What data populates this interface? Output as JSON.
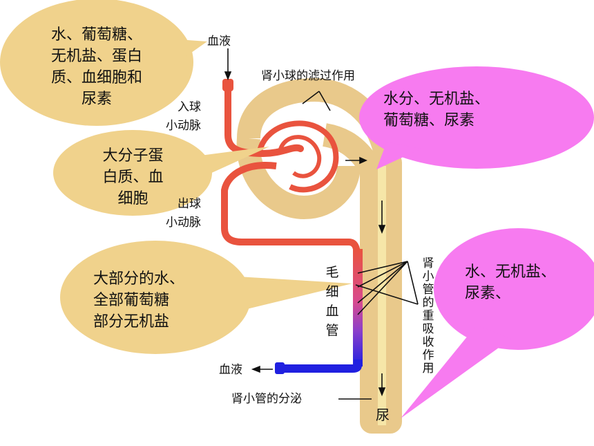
{
  "colors": {
    "tan_bubble": "#F0D28C",
    "pink_bubble": "#F77BF0",
    "tubule": "#E9C98B",
    "tubule_inner": "#F6E6A8",
    "artery": "#E9533E",
    "vein": "#2020E0"
  },
  "labels": {
    "blood_in": "血液",
    "filtration": "肾小球的滤过作用",
    "afferent_1": "入球",
    "afferent_2": "小动脉",
    "efferent_1": "出球",
    "efferent_2": "小动脉",
    "capillary": "毛细血管",
    "reabsorption": "肾小管的重吸收作用",
    "blood_out": "血液",
    "secretion": "肾小管的分泌",
    "urine": "尿"
  },
  "bubbles": {
    "top_left": [
      "水、葡萄糖、",
      "无机盐、蛋白",
      "质、血细胞和",
      "尿素"
    ],
    "mid_left": [
      "大分子蛋",
      "白质、血",
      "细胞"
    ],
    "bottom_left": [
      "大部分的水、",
      "全部葡萄糖",
      "部分无机盐"
    ],
    "top_right": [
      "水分、无机盐、",
      "葡萄糖、尿素"
    ],
    "bottom_right": [
      "水、无机盐、",
      "尿素、"
    ]
  }
}
